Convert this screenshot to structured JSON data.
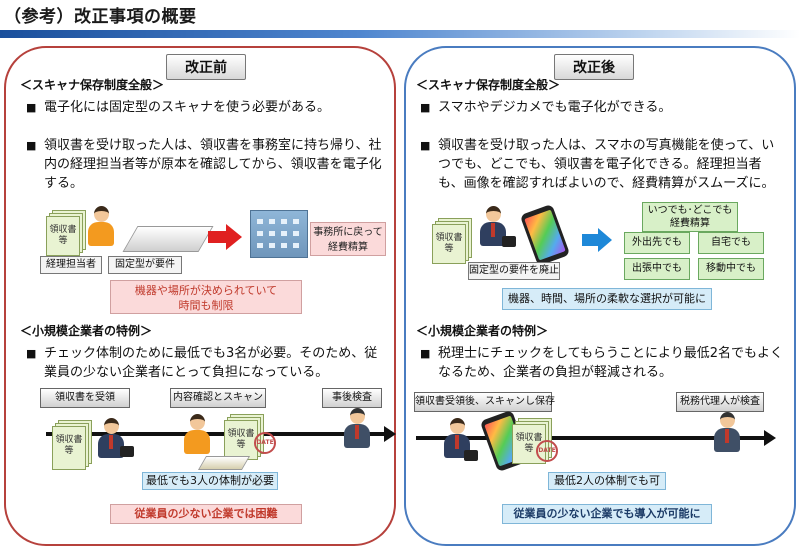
{
  "page": {
    "title": "（参考）改正事項の概要"
  },
  "before": {
    "label": "改正前",
    "scanner_section": {
      "heading": "＜スキャナ保存制度全般＞",
      "bullet1": "電子化には固定型のスキャナを使う必要がある。",
      "bullet2": "領収書を受け取った人は、領収書を事務室に持ち帰り、社内の経理担当者等が原本を確認してから、領収書を電子化する。",
      "doc_label": "領収書等",
      "tag_person": "経理担当者",
      "tag_scanner": "固定型が要件",
      "return_box": "事務所に戻って経費精算",
      "constraint_line1": "機器や場所が決められていて",
      "constraint_line2": "時間も制限"
    },
    "small_biz": {
      "heading": "＜小規模企業者の特例＞",
      "bullet": "チェック体制のために最低でも3名が必要。そのため、従業員の少ない企業者にとって負担になっている。",
      "step1": "領収書を受領",
      "step2": "内容確認とスキャン",
      "step3": "事後検査",
      "doc_label": "領収書等",
      "doc_label2": "領収書等",
      "seal_text": "DATE",
      "min_note": "最低でも3人の体制が必要",
      "conclusion": "従業員の少ない企業では困難"
    }
  },
  "after": {
    "label": "改正後",
    "scanner_section": {
      "heading": "＜スキャナ保存制度全般＞",
      "bullet1": "スマホやデジカメでも電子化ができる。",
      "bullet2": "領収書を受け取った人は、スマホの写真機能を使って、いつでも、どこでも、領収書を電子化できる。経理担当者も、画像を確認すればよいので、経費精算がスムーズに。",
      "doc_label": "領収書等",
      "tag_abolish": "固定型の要件を廃止",
      "anytime_line1": "いつでも･どこでも",
      "anytime_line2": "経費精算",
      "place1": "外出先でも",
      "place2": "自宅でも",
      "place3": "出張中でも",
      "place4": "移動中でも",
      "flex_note": "機器、時間、場所の柔軟な選択が可能に"
    },
    "small_biz": {
      "heading": "＜小規模企業者の特例＞",
      "bullet": "税理士にチェックをしてもらうことにより最低2名でもよくなるため、企業者の負担が軽減される。",
      "step1": "領収書受領後、スキャンし保存",
      "step2": "税務代理人が検査",
      "doc_label": "領収書等",
      "seal_text": "DATE",
      "min_note": "最低2人の体制でも可",
      "conclusion": "従業員の少ない企業でも導入が可能に"
    }
  },
  "colors": {
    "before_border": "#b6413c",
    "after_border": "#4a7cc0",
    "arrow_red": "#e02020",
    "arrow_blue": "#1e88d8"
  }
}
